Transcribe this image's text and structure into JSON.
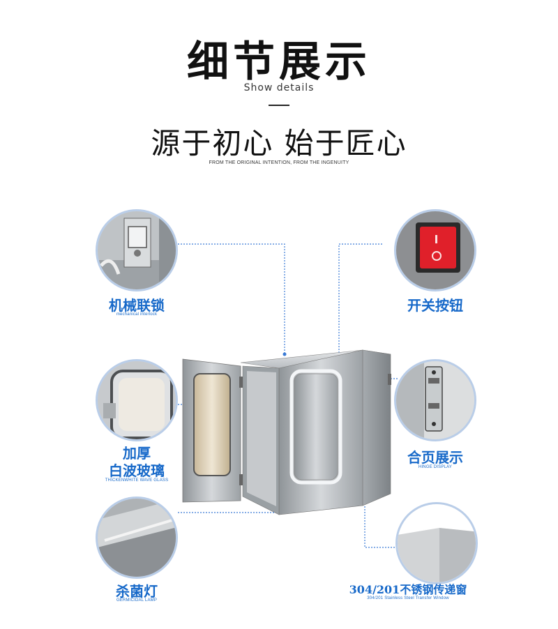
{
  "header": {
    "title": "细节展示",
    "subtitle": "Show details",
    "slogan": "源于初心 始于匠心",
    "slogan_en": "FROM THE ORIGINAL INTENTION, FROM THE INGENUITY"
  },
  "features": {
    "interlock": {
      "label": "机械联锁",
      "caption": "mechanical interlock",
      "icon": "latch-photo"
    },
    "switch": {
      "label": "开关按钮",
      "icon": "red-rocker-switch-photo"
    },
    "glass": {
      "label_line1": "加厚",
      "label_line2": "白波玻璃",
      "caption": "THICKENWHITE WAVE GLASS",
      "icon": "window-glass-photo"
    },
    "hinge": {
      "label": "合页展示",
      "caption": "HINGE DISPLAY",
      "icon": "hinge-photo"
    },
    "lamp": {
      "label": "杀菌灯",
      "caption": "GERMICIDAL LAMP",
      "icon": "uv-lamp-photo"
    },
    "material": {
      "label": "304/201不锈钢传递窗",
      "caption": "304/201 Stainless Steel Transfer Window",
      "icon": "steel-corner-photo"
    }
  },
  "colors": {
    "accent": "#1769c9",
    "circle_border": "#b9cde8",
    "switch_red": "#e0202a",
    "steel": "#b8bcc0"
  }
}
